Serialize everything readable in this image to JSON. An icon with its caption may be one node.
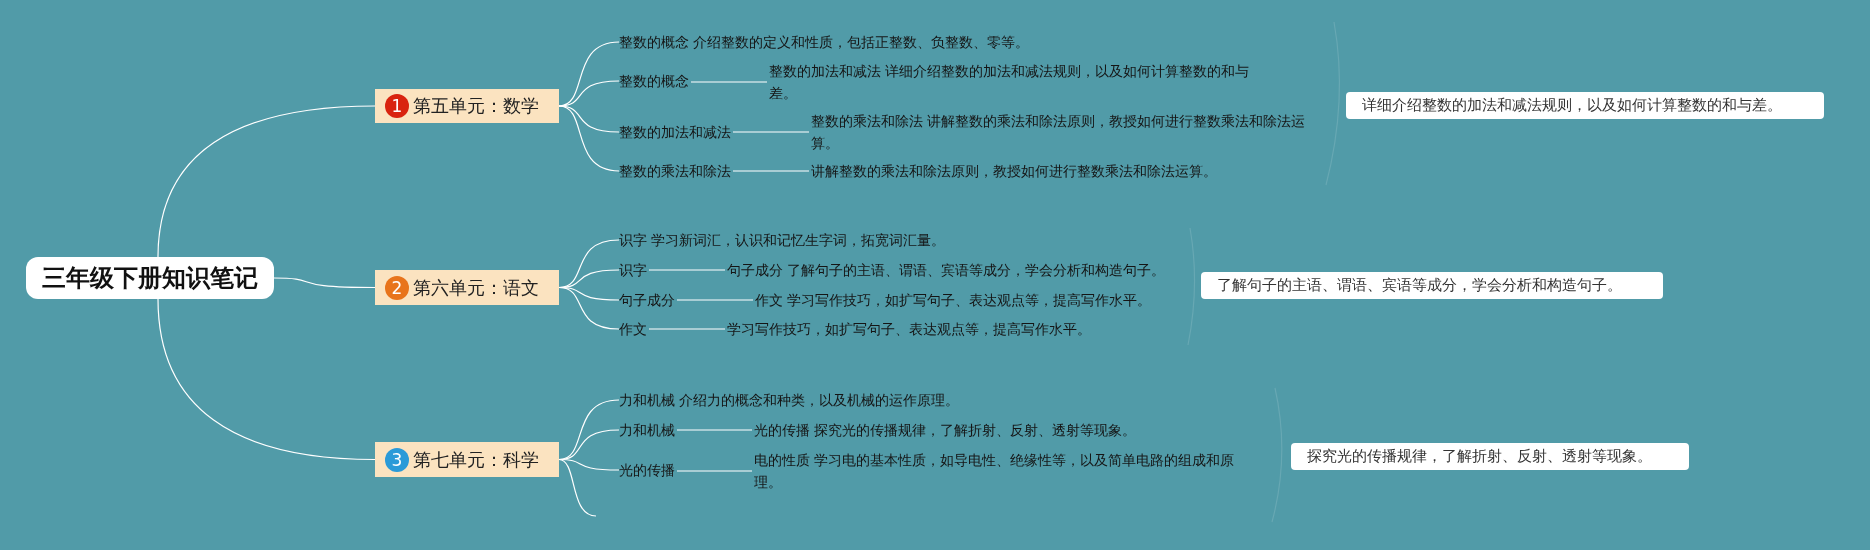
{
  "diagram": {
    "nodes": [
      {
        "text": [
          "三年级下册知识笔记"
        ]
      },
      {
        "text": [
          "1",
          "第五单元：数学"
        ]
      },
      {
        "text": [
          "整数的概念 介绍整数的定义和性质，包括正整数、负整数、零等。"
        ]
      },
      {
        "text": [
          "整数的概念"
        ]
      },
      {
        "text": [
          "整数的加法和减法 详细介绍整数的加法和减法规则，以及如何计算整数的和与差。"
        ]
      },
      {
        "text": [
          "整数的加法和减法"
        ]
      },
      {
        "text": [
          "整数的乘法和除法 讲解整数的乘法和除法原则，教授如何进行整数乘法和除法运算。"
        ]
      },
      {
        "text": [
          "整数的乘法和除法"
        ]
      },
      {
        "text": [
          "讲解整数的乘法和除法原则，教授如何进行整数乘法和除法运算。"
        ]
      },
      {
        "text": [
          "详细介绍整数的加法和减法规则，以及如何计算整数的和与差。"
        ]
      },
      {
        "text": [
          "2",
          "第六单元：语文"
        ]
      },
      {
        "text": [
          "识字 学习新词汇，认识和记忆生字词，拓宽词汇量。"
        ]
      },
      {
        "text": [
          "识字"
        ]
      },
      {
        "text": [
          "句子成分 了解句子的主语、谓语、宾语等成分，学会分析和构造句子。"
        ]
      },
      {
        "text": [
          "句子成分"
        ]
      },
      {
        "text": [
          "作文 学习写作技巧，如扩写句子、表达观点等，提高写作水平。"
        ]
      },
      {
        "text": [
          "作文"
        ]
      },
      {
        "text": [
          "学习写作技巧，如扩写句子、表达观点等，提高写作水平。"
        ]
      },
      {
        "text": [
          "了解句子的主语、谓语、宾语等成分，学会分析和构造句子。"
        ]
      },
      {
        "text": [
          "3",
          "第七单元：科学"
        ]
      },
      {
        "text": [
          "力和机械 介绍力的概念和种类，以及机械的运作原理。"
        ]
      },
      {
        "text": [
          "力和机械"
        ]
      },
      {
        "text": [
          "光的传播 探究光的传播规律，了解折射、反射、透射等现象。"
        ]
      },
      {
        "text": [
          "光的传播"
        ]
      },
      {
        "text": [
          "电的性质 学习电的基本性质，如导电性、绝缘性等，以及简单电路的组成和原理。"
        ]
      },
      {
        "text": [
          "探究光的传播规律，了解折射、反射、透射等现象。"
        ]
      }
    ],
    "edges": [
      {
        "from": 0,
        "to": 1,
        "arrow": "none"
      },
      {
        "from": 0,
        "to": 10,
        "arrow": "none"
      },
      {
        "from": 0,
        "to": 19,
        "arrow": "none"
      },
      {
        "from": 1,
        "to": 2,
        "arrow": "none"
      },
      {
        "from": 1,
        "to": 3,
        "arrow": "none"
      },
      {
        "from": 1,
        "to": 5,
        "arrow": "none"
      },
      {
        "from": 1,
        "to": 7,
        "arrow": "none"
      },
      {
        "from": 3,
        "to": 4,
        "arrow": "none"
      },
      {
        "from": 5,
        "to": 6,
        "arrow": "none"
      },
      {
        "from": 7,
        "to": 8,
        "arrow": "none"
      },
      {
        "from": 10,
        "to": 11,
        "arrow": "none"
      },
      {
        "from": 10,
        "to": 12,
        "arrow": "none"
      },
      {
        "from": 10,
        "to": 14,
        "arrow": "none"
      },
      {
        "from": 10,
        "to": 16,
        "arrow": "none"
      },
      {
        "from": 12,
        "to": 13,
        "arrow": "none"
      },
      {
        "from": 14,
        "to": 15,
        "arrow": "none"
      },
      {
        "from": 16,
        "to": 17,
        "arrow": "none"
      },
      {
        "from": 19,
        "to": 20,
        "arrow": "none"
      },
      {
        "from": 19,
        "to": 21,
        "arrow": "none"
      },
      {
        "from": 19,
        "to": 23,
        "arrow": "none"
      },
      {
        "from": 19,
        "to": null,
        "arrow": "none"
      },
      {
        "from": 21,
        "to": 22,
        "arrow": "none"
      },
      {
        "from": 23,
        "to": 24,
        "arrow": "none"
      }
    ]
  }
}
